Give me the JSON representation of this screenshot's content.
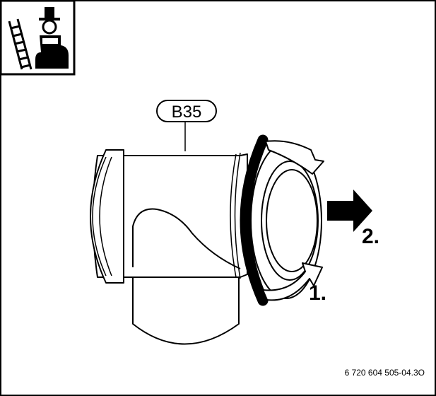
{
  "callout": {
    "text": "B35"
  },
  "steps": [
    {
      "text": "1."
    },
    {
      "text": "2."
    }
  ],
  "figure_code": {
    "text": "6 720 604 505-04.3O"
  },
  "icons": {
    "badge": "chimney-sweep-icon",
    "rotate": "rotate-arrow-icon",
    "pull": "pull-arrow-icon"
  },
  "colors": {
    "line": "#000000",
    "background": "#ffffff"
  }
}
